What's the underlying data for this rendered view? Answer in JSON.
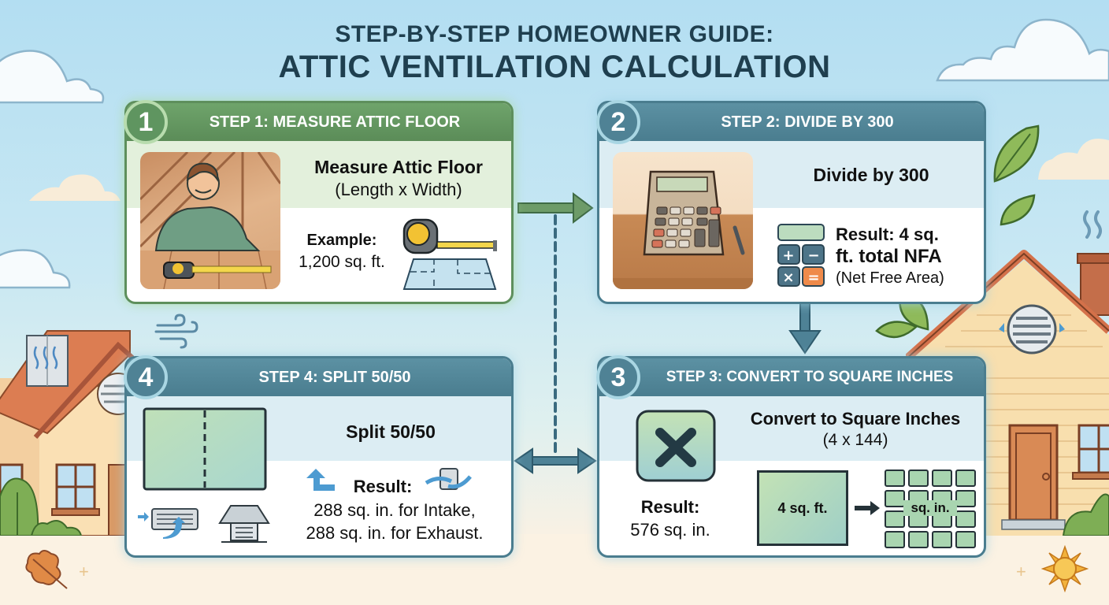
{
  "title": {
    "line1": "STEP-BY-STEP HOMEOWNER GUIDE:",
    "line2": "ATTIC VENTILATION CALCULATION"
  },
  "colors": {
    "title": "#1f3f4f",
    "green_header": "#5b8c58",
    "teal_header": "#4a7d8f",
    "green_band": "#e3f0dc",
    "teal_band": "#dcedf3",
    "sky": "#b3def2",
    "ground": "#fbf2e3"
  },
  "steps": [
    {
      "number": "1",
      "header": "STEP 1: MEASURE ATTIC FLOOR",
      "heading": "Measure Attic Floor",
      "subheading": "(Length x Width)",
      "result_label": "Example:",
      "result_value": "1,200 sq. ft.",
      "icons": [
        "person-measuring-attic-illustration",
        "tape-measure-icon",
        "floor-plan-icon"
      ]
    },
    {
      "number": "2",
      "header": "STEP 2: DIVIDE BY 300",
      "heading": "Divide by 300",
      "result_line1": "Result: 4 sq.",
      "result_line2": "ft. total NFA",
      "result_note": "(Net Free Area)",
      "icons": [
        "calculator-illustration",
        "calculator-keys-icon"
      ],
      "keys": [
        "+",
        "−",
        "×",
        "="
      ]
    },
    {
      "number": "3",
      "header": "STEP 3: CONVERT TO SQUARE INCHES",
      "heading": "Convert to Square Inches",
      "subheading": "(4 x 144)",
      "result_label": "Result:",
      "result_value": "576 sq. in.",
      "box_from": "4 sq. ft.",
      "box_to": "sq. in.",
      "icons": [
        "multiply-icon",
        "grid-icon"
      ]
    },
    {
      "number": "4",
      "header": "STEP 4: SPLIT 50/50",
      "heading": "Split 50/50",
      "result_label": "Result:",
      "result_line1": "288 sq. in. for Intake,",
      "result_line2": "288 sq. in. for Exhaust.",
      "icons": [
        "split-rectangle-icon",
        "intake-vent-icon",
        "exhaust-vent-icon",
        "arrow-up-icon",
        "airflow-icon"
      ]
    }
  ],
  "decorations": {
    "left_house": [
      "roof-vent-icon",
      "gable-vent-icon",
      "window-icon",
      "bush-icon"
    ],
    "right_house": [
      "gable-vent-icon",
      "chimney-icon",
      "door-icon",
      "window-icon"
    ],
    "misc": [
      "cloud-icon",
      "leaf-icon",
      "wind-icon",
      "sun-icon",
      "oak-leaf-icon",
      "sparkle-icon"
    ]
  }
}
